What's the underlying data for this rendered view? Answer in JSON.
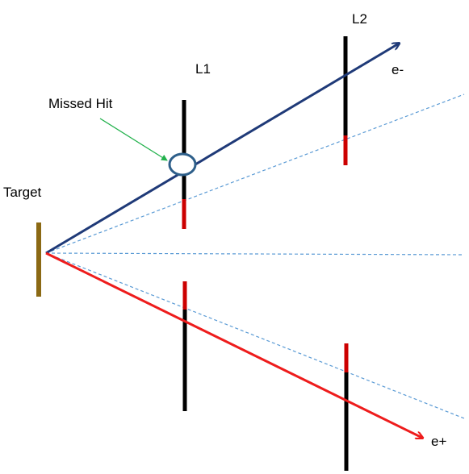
{
  "labels": {
    "target": "Target",
    "missed_hit": "Missed Hit",
    "layer1": "L1",
    "layer2": "L2",
    "electron": "e-",
    "positron": "e+"
  },
  "colors": {
    "electron_track": "#1f3a78",
    "positron_track": "#ee1c1c",
    "detector_active": "#000000",
    "detector_inactive": "#cc0000",
    "target": "#8b6914",
    "acceptance_boundary": "#5b9bd5",
    "annotation_arrow": "#22b14c",
    "missed_hit_marker": "#2e5f8a"
  }
}
